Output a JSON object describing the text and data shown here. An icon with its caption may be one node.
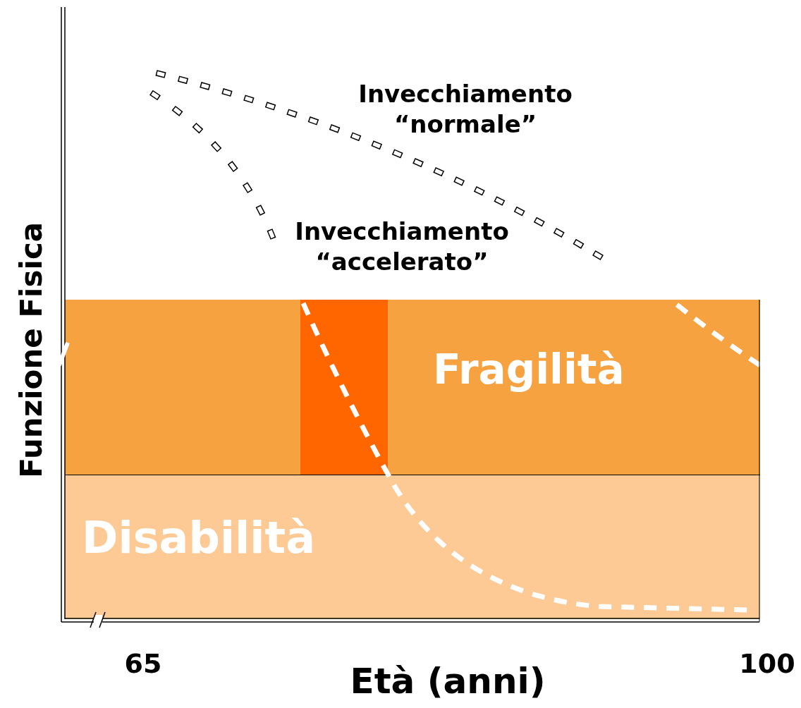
{
  "diagram": {
    "nodes": [
      {
        "text": [
          "Fragilità"
        ]
      },
      {
        "text": [
          "Disabilità"
        ]
      }
    ],
    "labels": [
      "Invecchiamento “normale”",
      "Invecchiamento “accelerato”",
      "Funzione Fisica",
      "65",
      "100",
      "Età (anni)"
    ]
  }
}
